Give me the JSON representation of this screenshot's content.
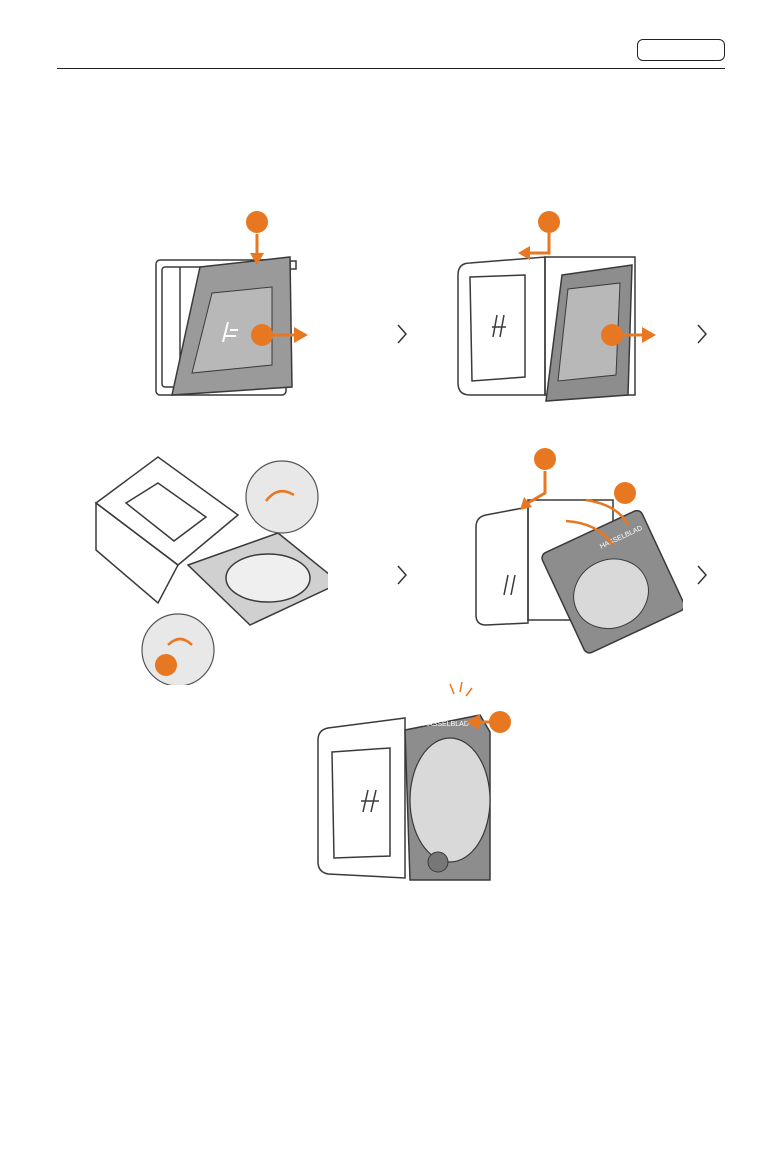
{
  "page": {
    "header_badge": "",
    "accent_color": "#E87722",
    "line_color": "#3a3a3a",
    "fill_grey": "#9a9a9a"
  },
  "illustrations": [
    {
      "step": "remove-viewfinder-cover",
      "icon": "camera-back-cover-icon"
    },
    {
      "step": "detach-cover",
      "icon": "camera-body-icon"
    },
    {
      "step": "align-digital-back",
      "icon": "digital-back-icon"
    },
    {
      "step": "hinge-digital-back",
      "icon": "camera-body-icon"
    },
    {
      "step": "lock-digital-back",
      "icon": "camera-assembled-icon"
    }
  ],
  "brand_text": "HASSELBLAD"
}
